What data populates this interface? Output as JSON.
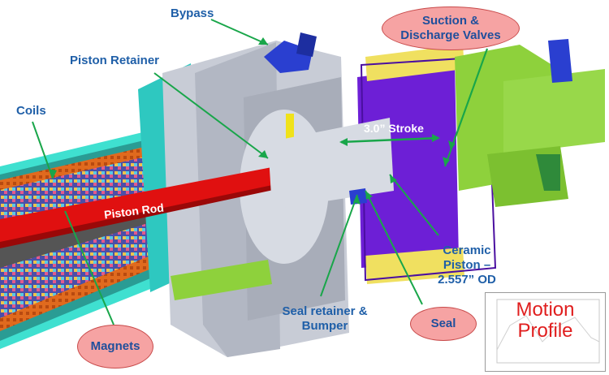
{
  "labels": {
    "bypass": "Bypass",
    "piston_retainer": "Piston Retainer",
    "coils": "Coils",
    "stroke": "3.0” Stroke",
    "piston_rod": "Piston Rod",
    "ceramic_piston": [
      "Ceramic",
      "Piston –",
      "2.557” OD"
    ],
    "seal_retainer": [
      "Seal retainer &",
      "Bumper"
    ]
  },
  "ovals": {
    "suction": [
      "Suction &",
      "Discharge Valves"
    ],
    "magnets": "Magnets",
    "seal": "Seal"
  },
  "inset": {
    "title": [
      "Motion",
      "Profile"
    ]
  },
  "colors": {
    "label_text": "#1f5fa8",
    "leader": "#19a64a",
    "oval_fill": "#f6a3a3",
    "oval_border": "#c84b4b",
    "inset_title": "#e01e1e",
    "housing_gray": "#c8ccd6",
    "cylinder_purple": "#6d1fd6",
    "valve_green": "#8ed13c",
    "coil_cyan": "#3fe0d0",
    "coil_orange": "#e06a1e",
    "piston_rod_red": "#e01010"
  }
}
